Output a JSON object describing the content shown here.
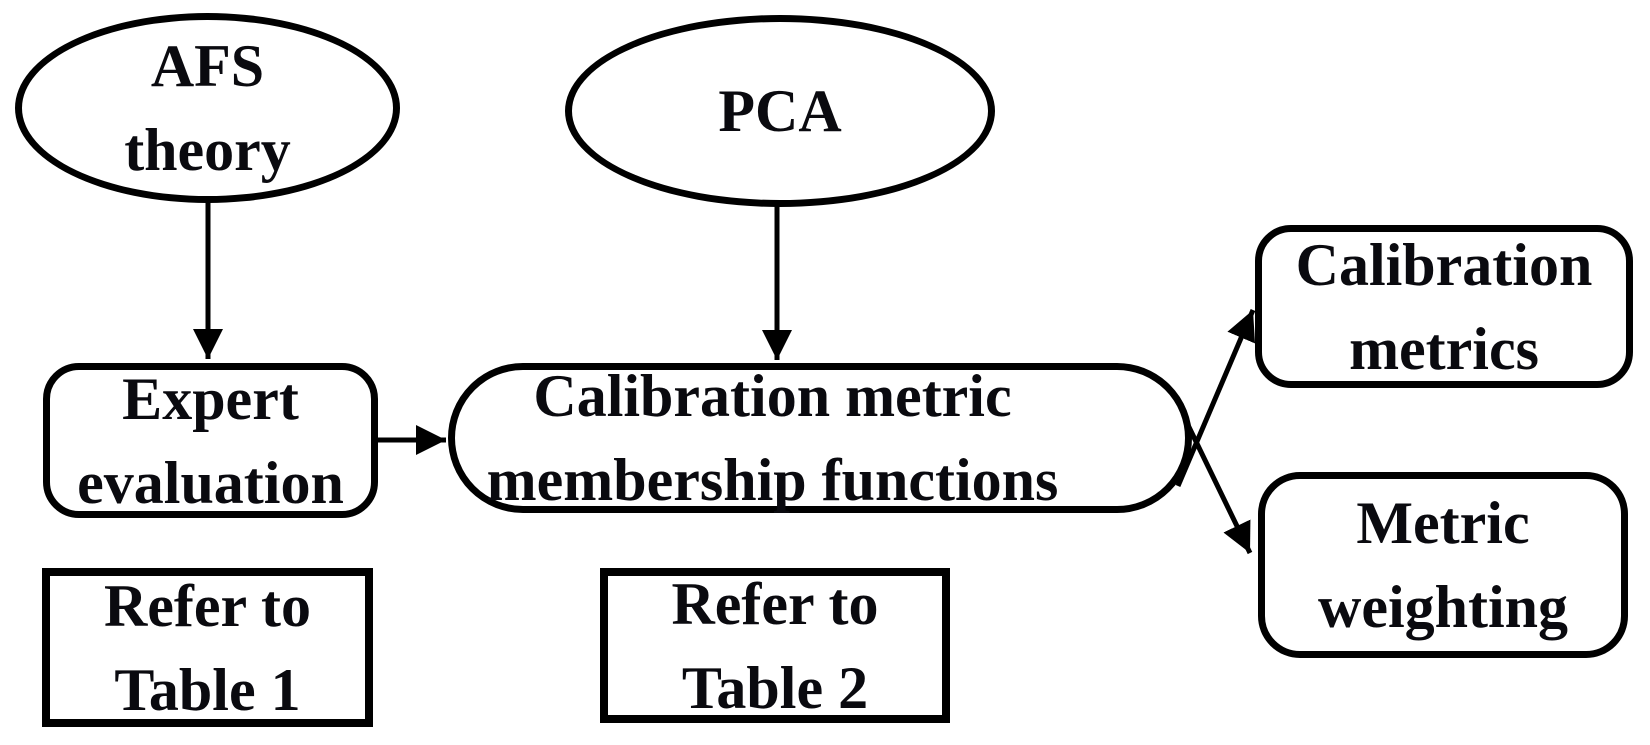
{
  "diagram": {
    "background": "#ffffff",
    "stroke_color": "#000000",
    "text_color": "#0a0a0f",
    "nodes": {
      "afs_theory": {
        "shape": "ellipse",
        "line1": "AFS",
        "line2": "theory"
      },
      "pca": {
        "shape": "ellipse",
        "line1": "PCA"
      },
      "expert_evaluation": {
        "shape": "rounded-rect",
        "line1": "Expert",
        "line2": "evaluation"
      },
      "membership_functions": {
        "shape": "stadium",
        "line1": "Calibration metric",
        "line2": "membership functions"
      },
      "calibration_metrics": {
        "shape": "rounded-rect",
        "line1": "Calibration",
        "line2": "metrics"
      },
      "metric_weighting": {
        "shape": "rounded-rect",
        "line1": "Metric",
        "line2": "weighting"
      },
      "refer_table_1": {
        "shape": "rect",
        "line1": "Refer to",
        "line2": "Table 1"
      },
      "refer_table_2": {
        "shape": "rect",
        "line1": "Refer to",
        "line2": "Table 2"
      }
    },
    "edges": [
      {
        "from": "afs_theory",
        "to": "expert_evaluation"
      },
      {
        "from": "pca",
        "to": "membership_functions"
      },
      {
        "from": "expert_evaluation",
        "to": "membership_functions"
      },
      {
        "from": "membership_functions",
        "to": "calibration_metrics"
      },
      {
        "from": "membership_functions",
        "to": "metric_weighting"
      }
    ]
  }
}
